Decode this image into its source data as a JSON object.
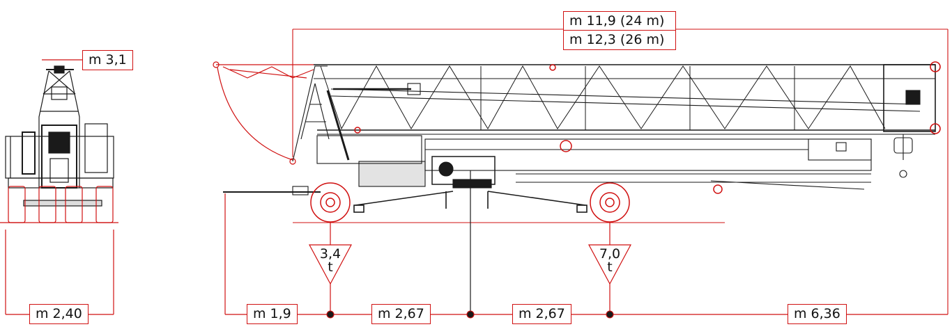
{
  "dimensions": {
    "mast_top": "m 3,1",
    "boom_24": "m 11,9 (24 m)",
    "boom_26": "m 12,3 (26 m)",
    "track_width": "m 2,40",
    "seg1": "m 1,9",
    "seg2": "m 2,67",
    "seg3": "m 2,67",
    "seg4": "m 6,36"
  },
  "axle_loads": [
    {
      "value": "3,4",
      "unit": "t"
    },
    {
      "value": "7,0",
      "unit": "t"
    }
  ],
  "colors": {
    "dimension_line": "#d01010",
    "drawing_line": "#1a1a1a",
    "ground_line": "#d01010"
  }
}
